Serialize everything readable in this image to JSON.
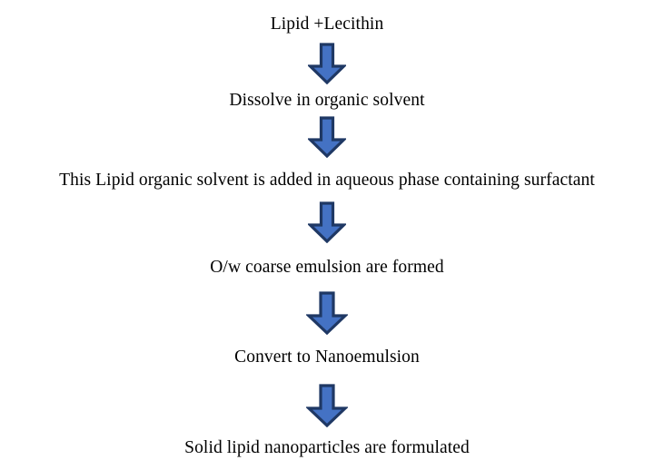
{
  "diagram": {
    "title": "Solid lipid nanoparticle preparation flowchart",
    "orientation": "vertical-top-to-bottom",
    "background_color": "#FFFFFF",
    "text_color": "#000000",
    "arrow": {
      "icon": "down-arrow-icon",
      "fill_color": "#4472C4",
      "border_color": "#1F3864",
      "direction": "down",
      "count": 5
    },
    "steps": [
      {
        "id": "step-1",
        "label": "Lipid +Lecithin"
      },
      {
        "id": "step-2",
        "label": "Dissolve in organic solvent"
      },
      {
        "id": "step-3",
        "label": "This Lipid organic solvent is added in aqueous phase containing surfactant"
      },
      {
        "id": "step-4",
        "label": "O/w coarse emulsion are formed"
      },
      {
        "id": "step-5",
        "label": "Convert to Nanoemulsion"
      },
      {
        "id": "step-6",
        "label": "Solid lipid nanoparticles are formulated"
      }
    ]
  }
}
